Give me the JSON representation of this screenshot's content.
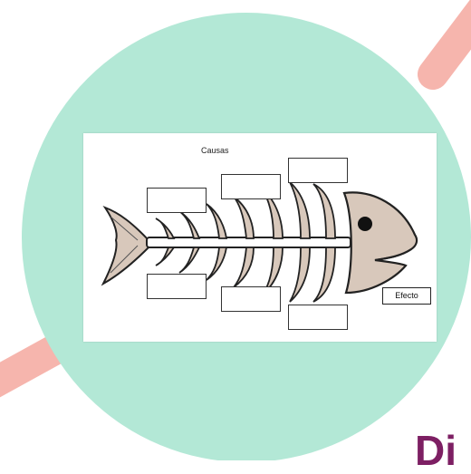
{
  "diagram": {
    "causes_heading": "Causas",
    "effect_label": "Efecto",
    "cause_boxes": [
      "",
      "",
      "",
      "",
      "",
      ""
    ]
  },
  "decor": {
    "corner_text": "Di",
    "circle_color": "#b3e8d6",
    "stripe_color": "#f6b5ad",
    "corner_text_color": "#7d1f63"
  }
}
